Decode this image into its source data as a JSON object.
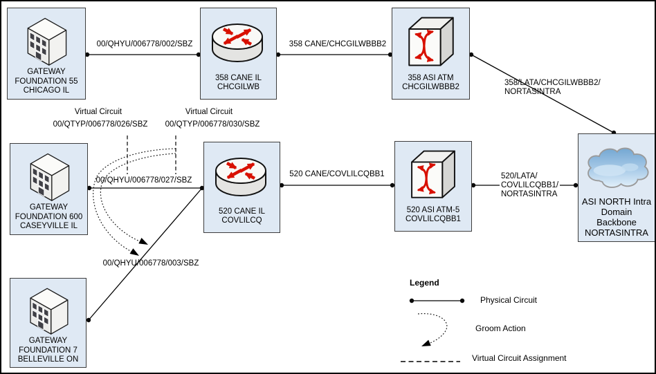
{
  "diagram": {
    "nodes": {
      "gw55": {
        "label": "GATEWAY\nFOUNDATION 55\nCHICAGO IL",
        "icon": "building"
      },
      "cane358": {
        "label": "358 CANE IL\nCHCGILWB",
        "icon": "router"
      },
      "atm358": {
        "label": "358 ASI ATM\nCHCGILWBBB2",
        "icon": "atm-switch"
      },
      "gw600": {
        "label": "GATEWAY\nFOUNDATION 600\nCASEYVILLE IL",
        "icon": "building"
      },
      "cane520": {
        "label": "520 CANE IL\nCOVLILCQ",
        "icon": "router"
      },
      "atm520": {
        "label": "520 ASI ATM-5\nCOVLILCQBB1",
        "icon": "atm-switch"
      },
      "gw7": {
        "label": "GATEWAY\nFOUNDATION 7\nBELLEVILLE ON",
        "icon": "building"
      },
      "backbone": {
        "label": "ASI NORTH Intra\nDomain\nBackbone\nNORTASINTRA",
        "icon": "cloud"
      }
    },
    "circuit_labels": {
      "l1": "00/QHYU/006778/002/SBZ",
      "l2": "358 CANE/CHCGILWBBB2",
      "l3": "358/LATA/CHCGILWBBB2/\nNORTASINTRA",
      "l4": "00/QHYU/006778/027/SBZ",
      "l5": "520 CANE/COVLILCQBB1",
      "l6": "520/LATA/\nCOVLILCQBB1/\nNORTASINTRA",
      "l7": "00/QHYU/006778/003/SBZ"
    },
    "virtual_circuits": [
      {
        "title": "Virtual Circuit",
        "id": "00/QTYP/006778/026/SBZ"
      },
      {
        "title": "Virtual Circuit",
        "id": "00/QTYP/006778/030/SBZ"
      }
    ],
    "legend": {
      "title": "Legend",
      "items": [
        {
          "label": "Physical Circuit",
          "symbol": "solid-line-with-endpoint-dots"
        },
        {
          "label": "Groom Action",
          "symbol": "dotted-curved-arrow"
        },
        {
          "label": "Virtual Circuit Assignment",
          "symbol": "dashed-line"
        }
      ]
    },
    "colors": {
      "node_fill": "#dfe9f4",
      "node_border": "#3c3c3c",
      "line": "#000000",
      "arrow_red": "#d81000",
      "cloud_top": "#74a7d2",
      "cloud_bottom": "#e2f0fa"
    }
  }
}
